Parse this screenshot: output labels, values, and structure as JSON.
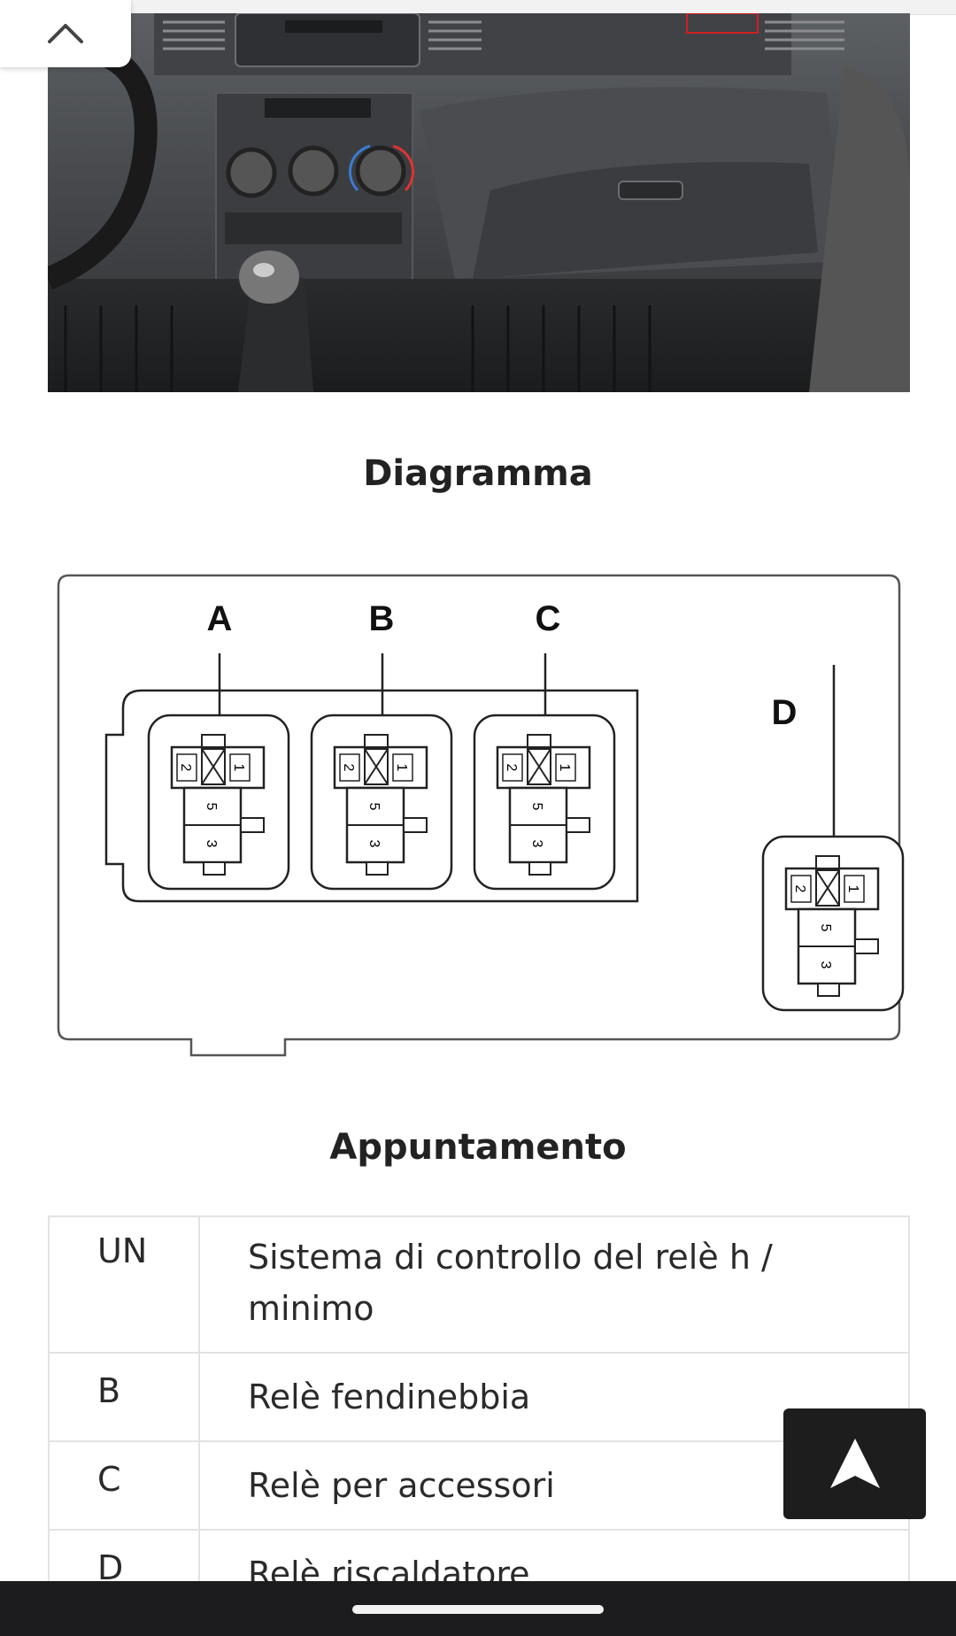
{
  "page": {
    "collapse_icon": "chevron-up-icon",
    "photo_alt": "car dashboard interior",
    "diagram_heading": "Diagramma",
    "legend_heading": "Appuntamento"
  },
  "diagram": {
    "labels": [
      "A",
      "B",
      "C",
      "D"
    ],
    "pins": [
      "2",
      "1",
      "5",
      "3"
    ]
  },
  "legend": {
    "rows": [
      {
        "code": "UN",
        "description": "Sistema di controllo del relè h / minimo"
      },
      {
        "code": "B",
        "description": "Relè fendinebbia"
      },
      {
        "code": "C",
        "description": "Relè per accessori"
      },
      {
        "code": "D",
        "description": "Relè riscaldatore"
      }
    ]
  },
  "floating": {
    "scroll_top_icon": "arrow-up-icon"
  },
  "system": {
    "home_indicator": "home-pill"
  }
}
